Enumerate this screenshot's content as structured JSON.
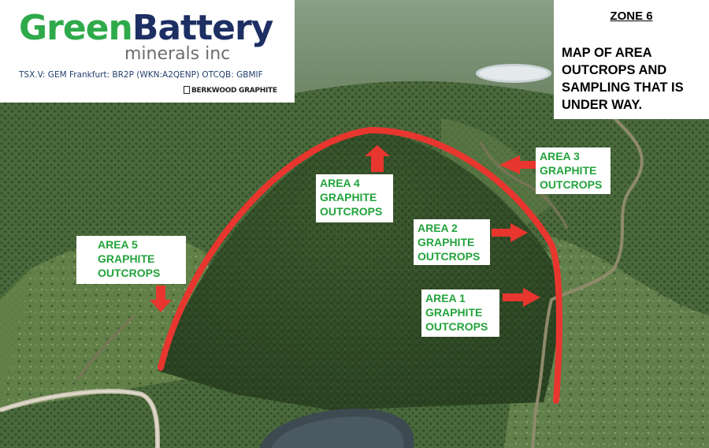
{
  "logo": {
    "name_part1": "Green",
    "name_part2": "Battery",
    "subtitle": "minerals inc",
    "tickers": "TSX.V: GEM  Frankfurt: BR2P (WKN:A2QENP)  OTCQB: GBMIF",
    "partner": "BERKWOOD GRAPHITE"
  },
  "zone": {
    "title": "ZONE 6",
    "description": "MAP OF AREA OUTCROPS AND SAMPLING THAT IS UNDER WAY."
  },
  "areas": [
    {
      "line1": "AREA  1",
      "line2": "GRAPHITE",
      "line3": "OUTCROPS"
    },
    {
      "line1": "AREA  2",
      "line2": "GRAPHITE",
      "line3": "OUTCROPS"
    },
    {
      "line1": "AREA  3",
      "line2": "GRAPHITE",
      "line3": "OUTCROPS"
    },
    {
      "line1": "AREA  4",
      "line2": "GRAPHITE",
      "line3": "OUTCROPS"
    },
    {
      "line1": "AREA 5",
      "line2": "GRAPHITE",
      "line3": "OUTCROPS"
    }
  ],
  "colors": {
    "arrow_red": "#e8362f",
    "label_green": "#22a33b",
    "brand_green": "#2faa4a",
    "brand_navy": "#1d2f63"
  }
}
